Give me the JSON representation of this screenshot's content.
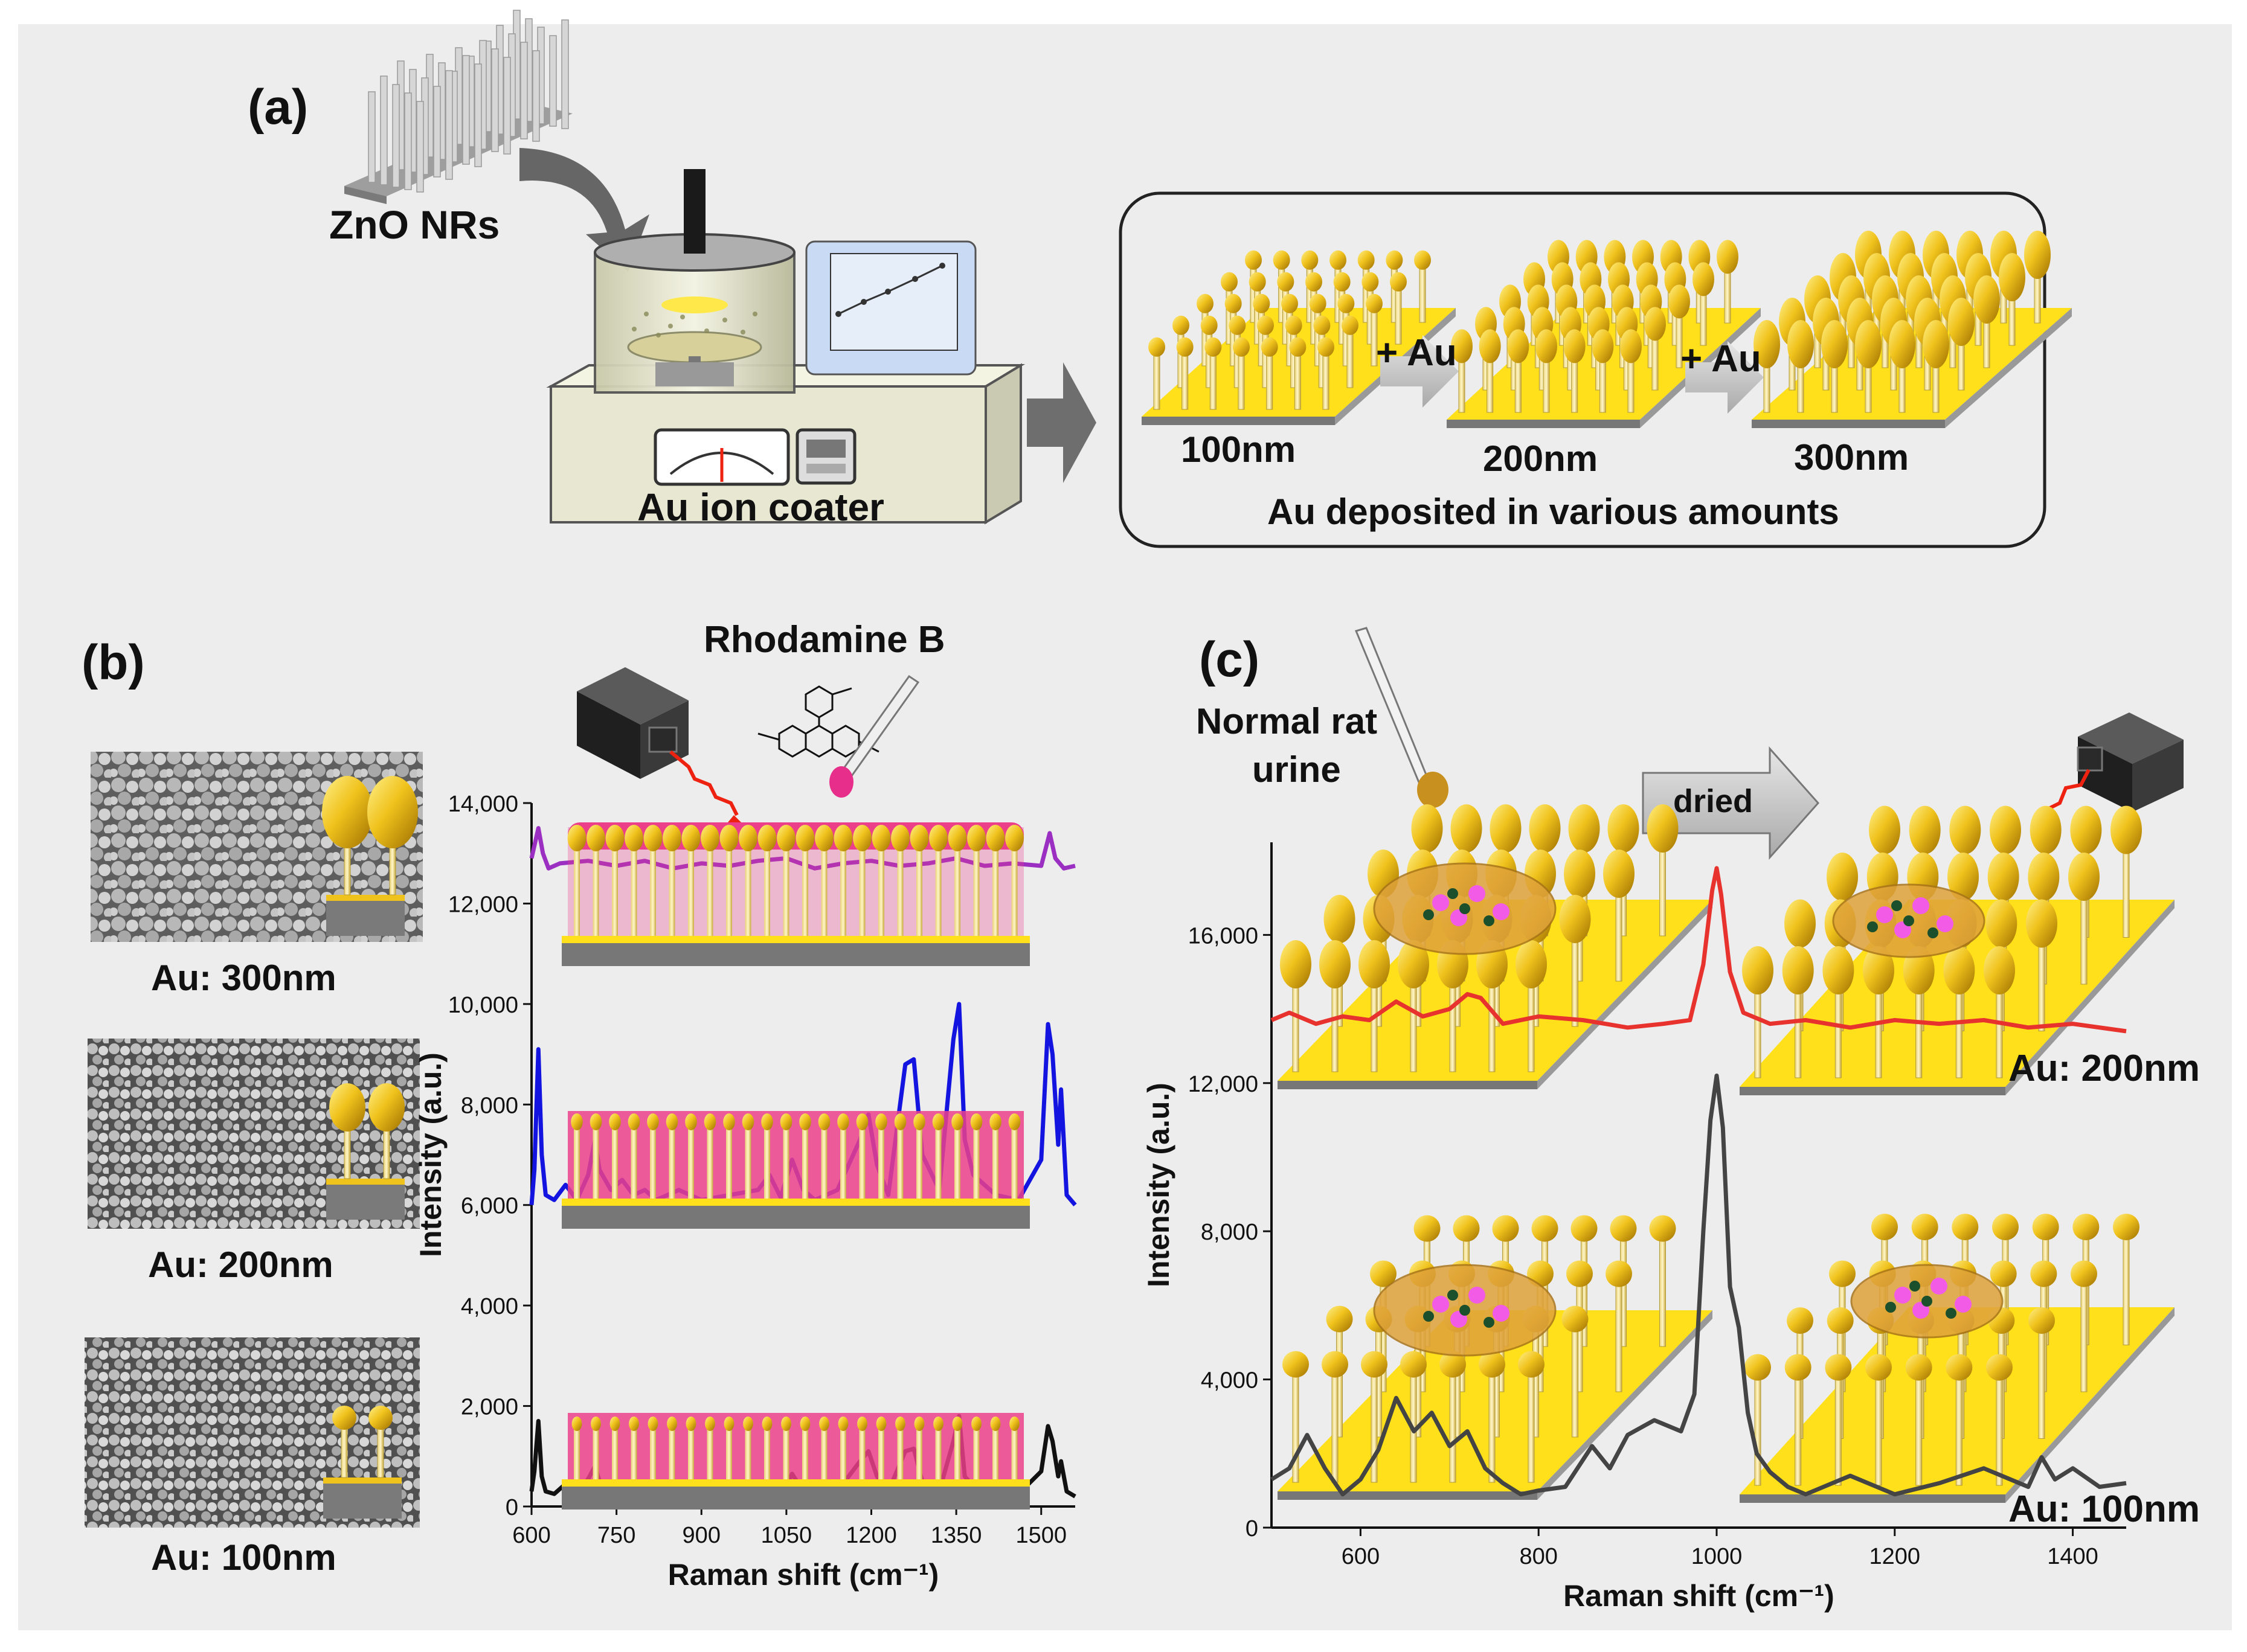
{
  "panels": {
    "a": {
      "label": "(a)",
      "zno_label": "ZnO NRs",
      "coater_label": "Au ion coater",
      "box_caption": "Au deposited in various amounts",
      "stages": [
        "100nm",
        "200nm",
        "300nm"
      ],
      "plus_au": "+ Au"
    },
    "b": {
      "label": "(b)",
      "dye_label": "Rhodamine B",
      "sem_captions": [
        "Au: 300nm",
        "Au: 200nm",
        "Au: 100nm"
      ]
    },
    "c": {
      "label": "(c)",
      "urine_label_line1": "Normal rat",
      "urine_label_line2": "urine",
      "dried_label": "dried",
      "curve_labels": [
        "Au: 200nm",
        "Au: 100nm"
      ]
    }
  },
  "colors": {
    "gold": "#E7B816",
    "substrate": "#FFE01A",
    "purple": "#9B2FC2",
    "blue": "#1414E0",
    "black": "#111111",
    "red": "#E8322E",
    "dark_gray": "#444444",
    "panel_bg": "#EDEDED"
  },
  "chart_data": [
    {
      "type": "line",
      "xlabel": "Raman shift (cm⁻¹)",
      "ylabel": "Intensity (a.u.)",
      "xlim": [
        600,
        1560
      ],
      "ylim": [
        0,
        14000
      ],
      "xticks": [
        600,
        750,
        900,
        1050,
        1200,
        1350,
        1500
      ],
      "xtick_labels": [
        "600",
        "750",
        "900",
        "1050",
        "1200",
        "1350",
        "1500"
      ],
      "yticks": [
        0,
        2000,
        4000,
        6000,
        8000,
        10000,
        12000,
        14000
      ],
      "ytick_labels": [
        "0",
        "2,000",
        "4,000",
        "6,000",
        "8,000",
        "10,000",
        "12,000",
        "14,000"
      ],
      "series": [
        {
          "color": "#9B2FC2",
          "x": [
            600,
            612,
            620,
            630,
            650,
            700,
            750,
            800,
            850,
            900,
            950,
            1000,
            1050,
            1100,
            1150,
            1200,
            1250,
            1300,
            1350,
            1400,
            1450,
            1500,
            1515,
            1525,
            1540,
            1560
          ],
          "y": [
            12900,
            13500,
            13000,
            12700,
            12800,
            12850,
            12750,
            12850,
            12700,
            12800,
            12750,
            12850,
            12900,
            12700,
            12800,
            12850,
            12750,
            12800,
            12900,
            12750,
            12800,
            12750,
            13400,
            12900,
            12700,
            12750
          ]
        },
        {
          "color": "#1414E0",
          "x": [
            600,
            605,
            612,
            618,
            625,
            640,
            660,
            680,
            700,
            712,
            720,
            740,
            760,
            780,
            800,
            820,
            860,
            900,
            950,
            1000,
            1020,
            1040,
            1060,
            1080,
            1100,
            1140,
            1180,
            1195,
            1210,
            1230,
            1260,
            1275,
            1290,
            1320,
            1345,
            1355,
            1365,
            1380,
            1420,
            1460,
            1500,
            1512,
            1520,
            1530,
            1535,
            1545,
            1560
          ],
          "y": [
            6000,
            6700,
            9100,
            7000,
            6200,
            6100,
            6400,
            6100,
            6600,
            7300,
            6700,
            6300,
            6500,
            6200,
            6300,
            6100,
            6300,
            6100,
            6200,
            6300,
            6600,
            6150,
            6900,
            6300,
            6100,
            6300,
            7300,
            7800,
            6800,
            6200,
            8800,
            8900,
            7000,
            6300,
            9300,
            10000,
            7300,
            6600,
            6200,
            6100,
            6900,
            9600,
            9000,
            7200,
            8300,
            6200,
            6000
          ]
        },
        {
          "color": "#111111",
          "x": [
            600,
            605,
            612,
            618,
            625,
            640,
            660,
            680,
            700,
            712,
            720,
            740,
            760,
            780,
            800,
            820,
            860,
            900,
            950,
            1000,
            1020,
            1040,
            1060,
            1080,
            1100,
            1140,
            1180,
            1195,
            1210,
            1230,
            1260,
            1275,
            1290,
            1320,
            1345,
            1355,
            1365,
            1380,
            1420,
            1460,
            1500,
            1512,
            1520,
            1530,
            1535,
            1545,
            1560
          ],
          "y": [
            300,
            700,
            1700,
            600,
            300,
            250,
            450,
            250,
            550,
            800,
            500,
            300,
            400,
            250,
            300,
            200,
            300,
            200,
            250,
            300,
            450,
            200,
            650,
            300,
            200,
            300,
            900,
            1100,
            600,
            300,
            1100,
            1150,
            500,
            300,
            1300,
            1800,
            600,
            400,
            300,
            250,
            700,
            1600,
            1300,
            600,
            900,
            300,
            200
          ]
        }
      ]
    },
    {
      "type": "line",
      "xlabel": "Raman shift (cm⁻¹)",
      "ylabel": "Intensity (a.u.)",
      "xlim": [
        500,
        1460
      ],
      "ylim": [
        0,
        18500
      ],
      "xticks": [
        600,
        800,
        1000,
        1200,
        1400
      ],
      "xtick_labels": [
        "600",
        "800",
        "1000",
        "1200",
        "1400"
      ],
      "yticks": [
        0,
        4000,
        8000,
        12000,
        16000
      ],
      "ytick_labels": [
        "0",
        "4,000",
        "8,000",
        "12,000",
        "16,000"
      ],
      "series": [
        {
          "color": "#E8322E",
          "x": [
            500,
            520,
            550,
            580,
            610,
            640,
            670,
            700,
            720,
            735,
            760,
            800,
            850,
            900,
            940,
            970,
            985,
            995,
            1000,
            1005,
            1015,
            1030,
            1060,
            1100,
            1150,
            1200,
            1250,
            1300,
            1350,
            1400,
            1460
          ],
          "y": [
            13700,
            13900,
            13600,
            13800,
            13700,
            14200,
            13800,
            14000,
            14400,
            14300,
            13600,
            13800,
            13700,
            13500,
            13600,
            13700,
            15200,
            17200,
            17800,
            17100,
            15000,
            13900,
            13600,
            13700,
            13500,
            13700,
            13600,
            13700,
            13500,
            13600,
            13400
          ]
        },
        {
          "color": "#444444",
          "x": [
            500,
            520,
            540,
            560,
            580,
            600,
            620,
            640,
            660,
            680,
            700,
            720,
            740,
            760,
            780,
            800,
            830,
            860,
            880,
            900,
            930,
            960,
            975,
            985,
            993,
            1000,
            1007,
            1015,
            1025,
            1035,
            1045,
            1060,
            1080,
            1100,
            1150,
            1200,
            1250,
            1300,
            1350,
            1365,
            1380,
            1400,
            1430,
            1460
          ],
          "y": [
            1300,
            1600,
            2500,
            1600,
            900,
            1300,
            2100,
            3500,
            2600,
            3100,
            2200,
            2600,
            1600,
            1200,
            900,
            1000,
            1100,
            2200,
            1600,
            2500,
            2900,
            2600,
            3600,
            8000,
            11000,
            12200,
            10800,
            6500,
            5400,
            3100,
            2000,
            1500,
            1100,
            900,
            1400,
            900,
            1200,
            1600,
            1100,
            1900,
            1300,
            1600,
            1100,
            1200
          ]
        }
      ]
    }
  ]
}
